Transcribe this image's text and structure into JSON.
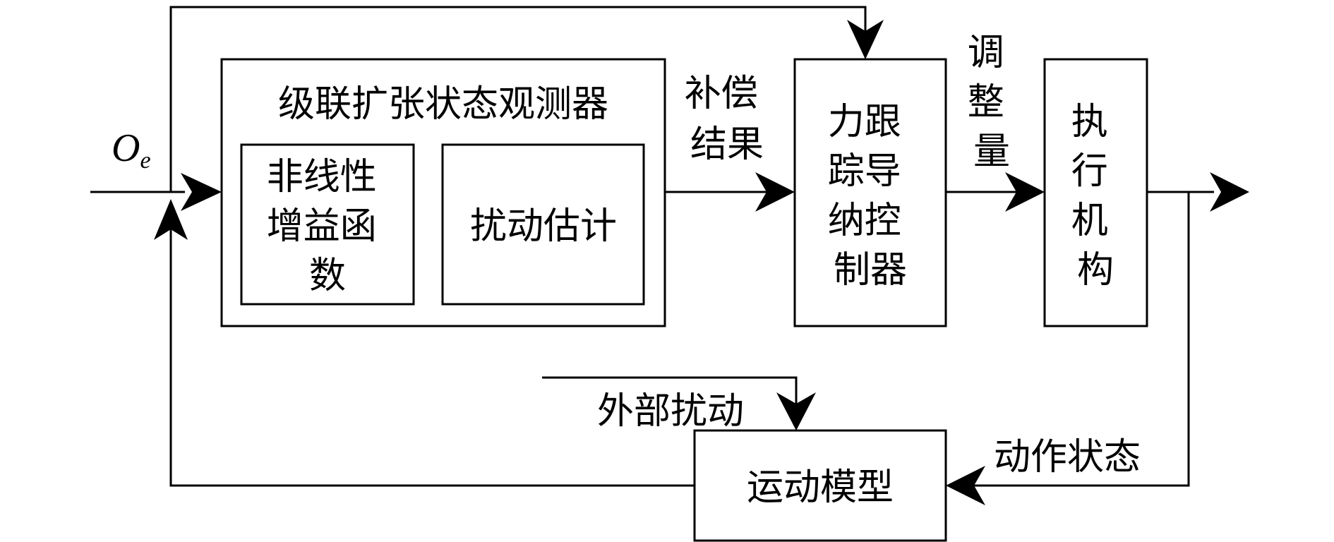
{
  "input_symbol": {
    "main": "O",
    "sub": "e"
  },
  "observer": {
    "title": "级联扩张状态观测器",
    "nonlinear_gain": [
      "非线性",
      "增益函",
      "数"
    ],
    "disturbance_estimation": "扰动估计"
  },
  "compensation_label": [
    "补偿",
    "结果"
  ],
  "controller": [
    "力跟",
    "踪导",
    "纳控",
    "制器"
  ],
  "adjustment_label": [
    "调",
    "整",
    "量"
  ],
  "actuator": [
    "执",
    "行",
    "机",
    "构"
  ],
  "external_disturbance": "外部扰动",
  "motion_model": "运动模型",
  "action_state": "动作状态"
}
